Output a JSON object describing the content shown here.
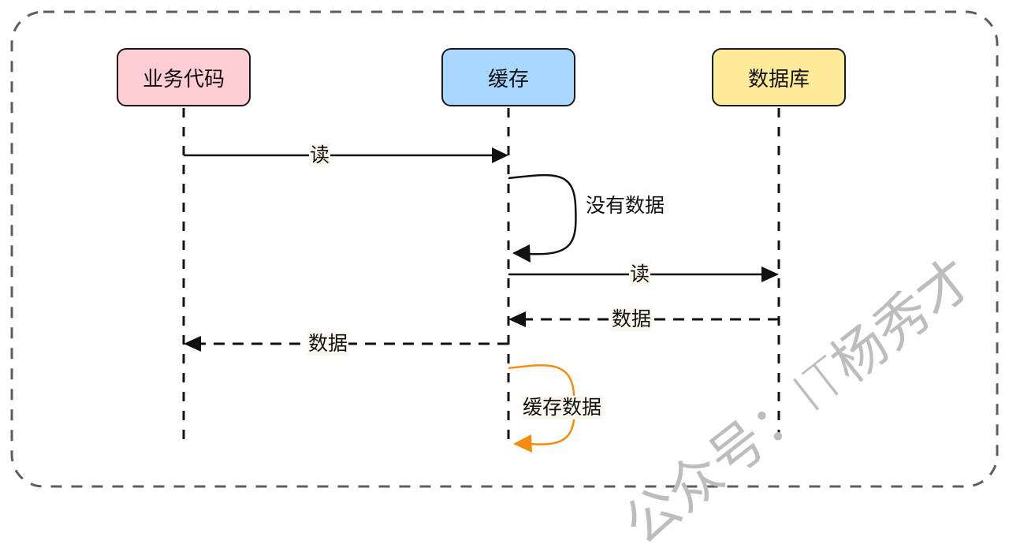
{
  "actors": [
    {
      "id": "business",
      "label": "业务代码",
      "color": "#ffcdd4"
    },
    {
      "id": "cache",
      "label": "缓存",
      "color": "#a8d8ff"
    },
    {
      "id": "database",
      "label": "数据库",
      "color": "#fdeb99"
    }
  ],
  "messages": [
    {
      "from": "business",
      "to": "cache",
      "label": "读",
      "style": "solid"
    },
    {
      "from": "cache",
      "to": "cache",
      "label": "没有数据",
      "style": "solid-self"
    },
    {
      "from": "cache",
      "to": "database",
      "label": "读",
      "style": "solid"
    },
    {
      "from": "database",
      "to": "cache",
      "label": "数据",
      "style": "dashed"
    },
    {
      "from": "cache",
      "to": "business",
      "label": "数据",
      "style": "dashed"
    },
    {
      "from": "cache",
      "to": "cache",
      "label": "缓存数据",
      "style": "orange-self"
    }
  ],
  "colors": {
    "border": "#5b5e63",
    "line": "#111111",
    "accent": "#f68b0f",
    "label_bg": "#fbf7ee",
    "watermark": "#bdbdbd"
  },
  "watermark": "公众号：IT杨秀才"
}
